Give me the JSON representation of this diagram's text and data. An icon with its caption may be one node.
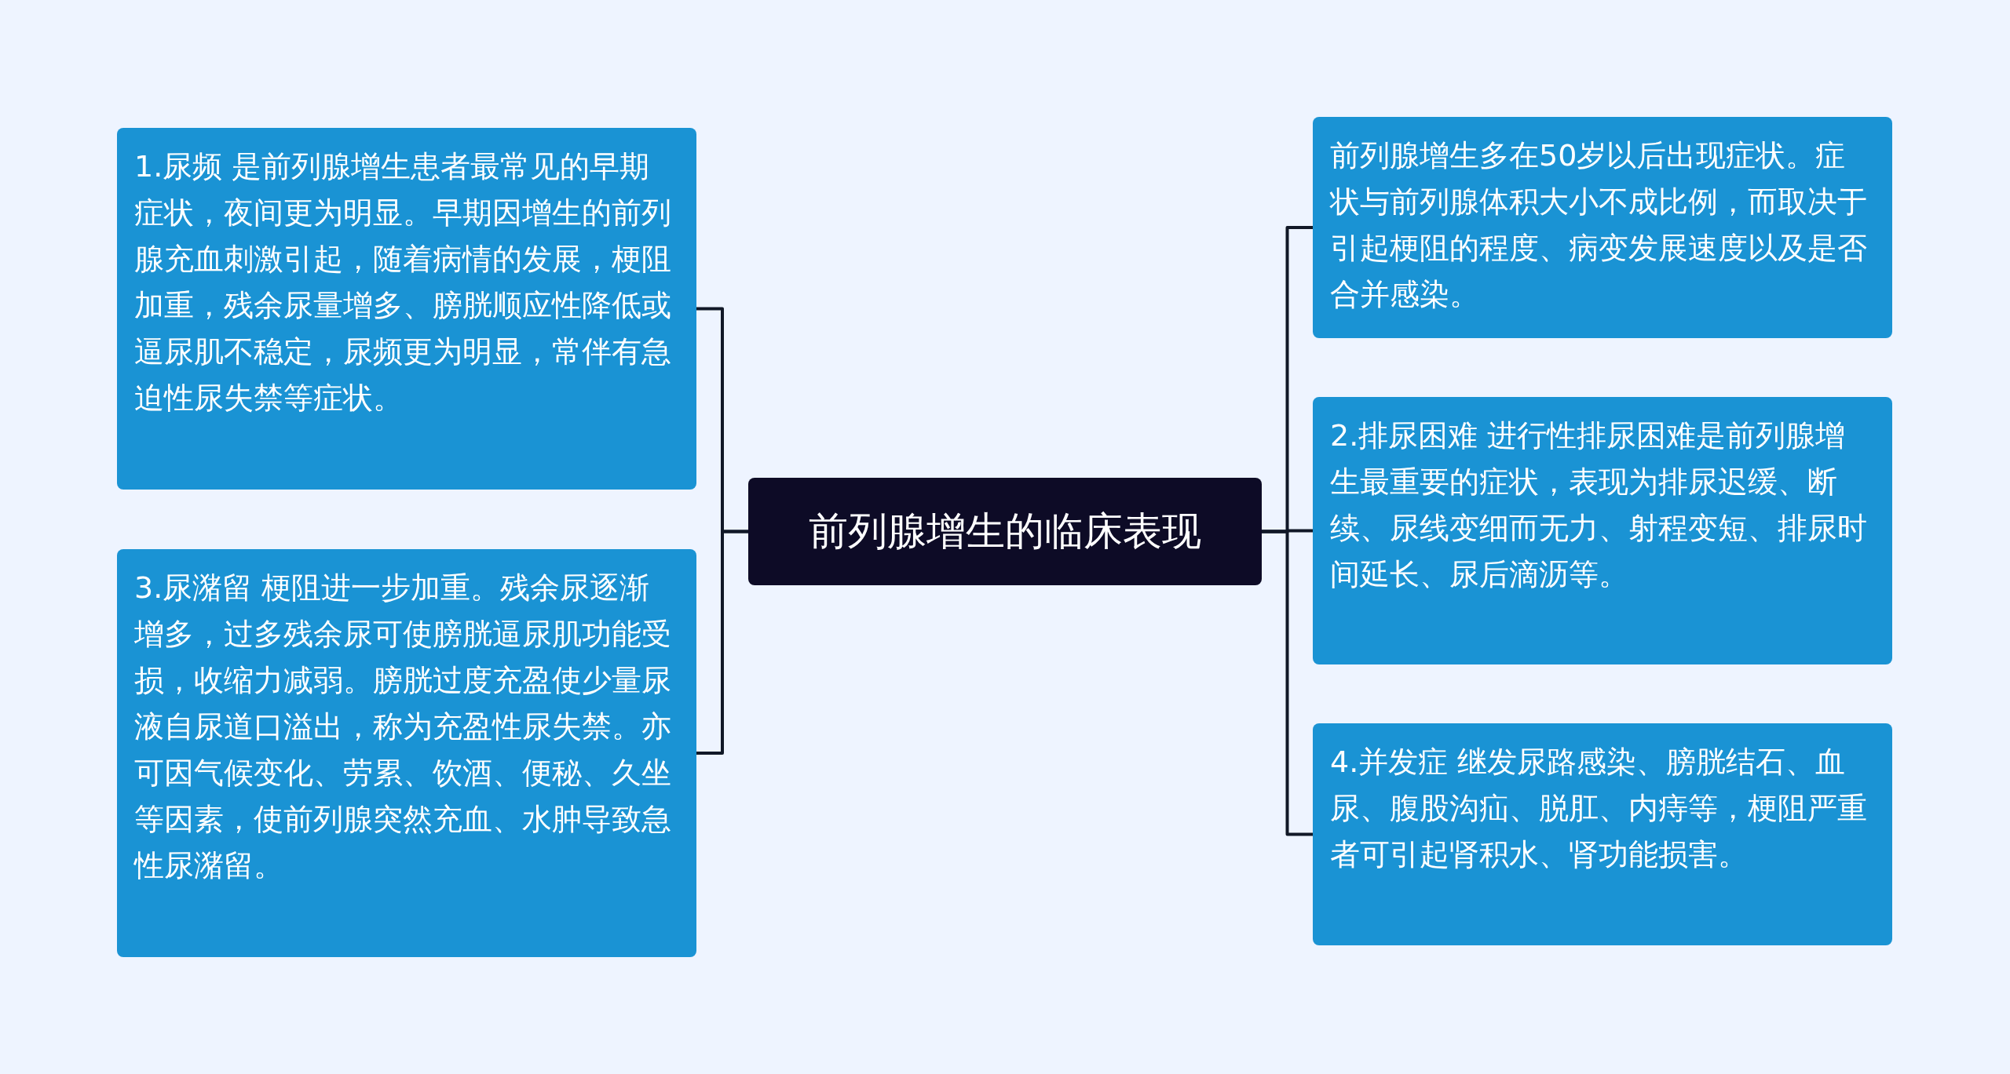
{
  "diagram": {
    "nodes": [
      {
        "text": [
          "前列腺增生的临床表现"
        ]
      },
      {
        "text": [
          "1.尿频 是前列腺增生患者最常见的早期症状，夜间更为明显。早期因增生的前列腺充血刺激引起，随着病情的发展，梗阻加重，残余尿量增多、膀胱顺应性降低或逼尿肌不稳定，尿频更为明显，常伴有急迫性尿失禁等症状。"
        ]
      },
      {
        "text": [
          "3.尿潴留 梗阻进一步加重。残余尿逐渐增多，过多残余尿可使膀胱逼尿肌功能受损，收缩力减弱。膀胱过度充盈使少量尿液自尿道口溢出，称为充盈性尿失禁。亦可因气候变化、劳累、饮酒、便秘、久坐等因素，使前列腺突然充血、水肿导致急性尿潴留。"
        ]
      },
      {
        "text": [
          "前列腺增生多在50岁以后出现症状。症状与前列腺体积大小不成比例，而取决于引起梗阻的程度、病变发展速度以及是否合并感染。"
        ]
      },
      {
        "text": [
          "2.排尿困难 进行性排尿困难是前列腺增生最重要的症状，表现为排尿迟缓、断续、尿线变细而无力、射程变短、排尿时间延长、尿后滴沥等。"
        ]
      },
      {
        "text": [
          "4.并发症 继发尿路感染、膀胱结石、血尿、腹股沟疝、脱肛、内痔等，梗阻严重者可引起肾积水、肾功能损害。"
        ]
      }
    ],
    "edges": [
      {
        "from": 0,
        "to": 1,
        "arrow": "none"
      },
      {
        "from": 0,
        "to": 2,
        "arrow": "none"
      },
      {
        "from": 0,
        "to": 3,
        "arrow": "none"
      },
      {
        "from": 0,
        "to": 4,
        "arrow": "none"
      },
      {
        "from": 0,
        "to": 5,
        "arrow": "none"
      }
    ]
  }
}
